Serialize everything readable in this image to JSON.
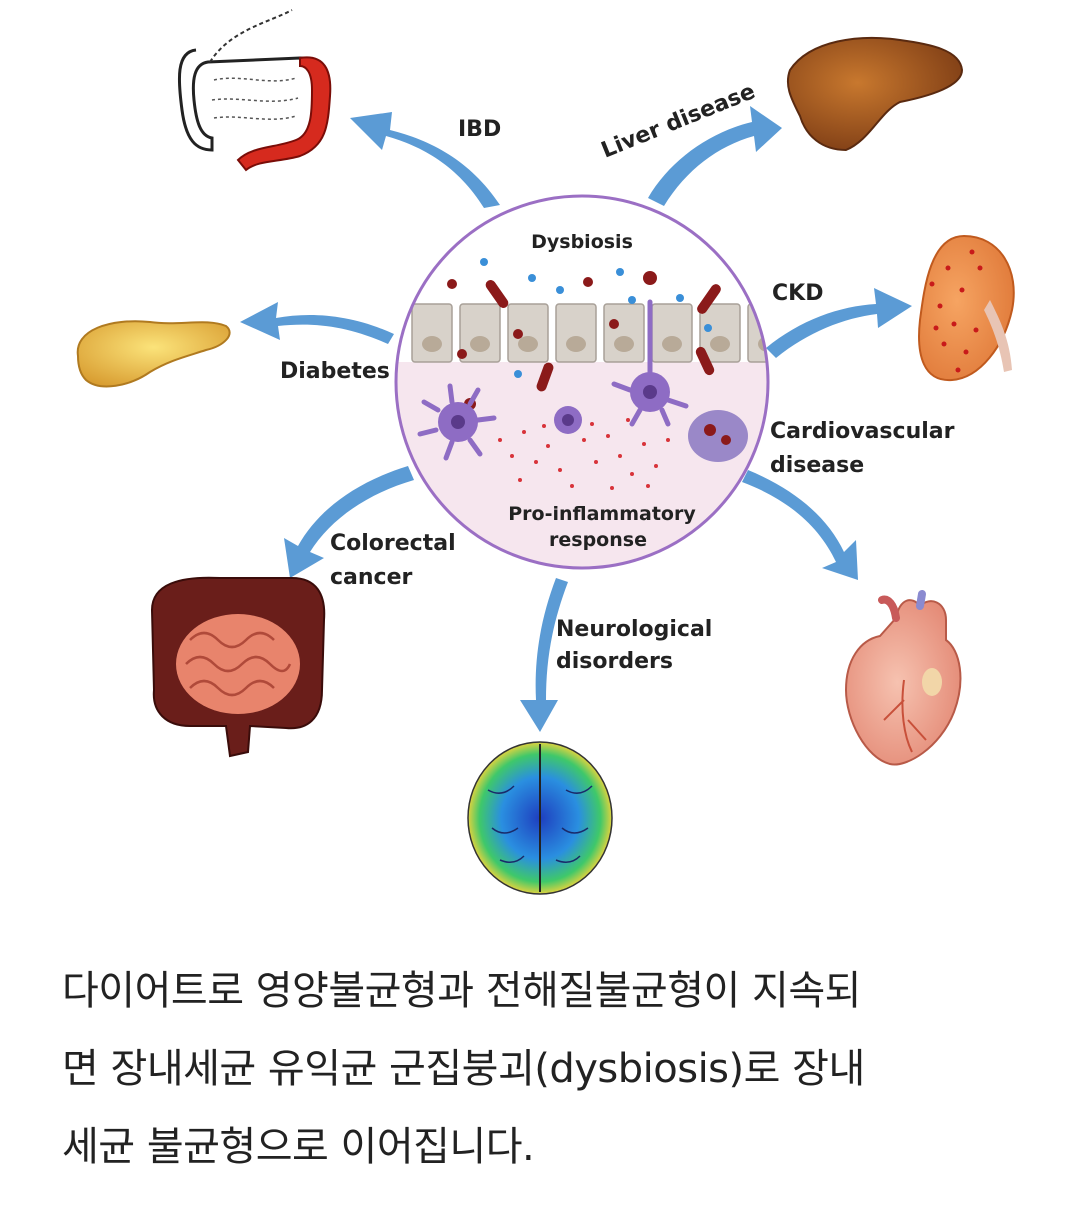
{
  "diagram": {
    "center_top_label": "Dysbiosis",
    "center_bottom_label": [
      "Pro-inflammatory",
      "response"
    ],
    "outcomes": {
      "ibd": "IBD",
      "liver": "Liver disease",
      "ckd": "CKD",
      "diabetes": "Diabetes",
      "cardio": [
        "Cardiovascular",
        "disease"
      ],
      "colorectal": [
        "Colorectal",
        "cancer"
      ],
      "neuro": [
        "Neurological",
        "disorders"
      ]
    },
    "colors": {
      "arrow": "#5b9bd5",
      "circle_border": "#9b6fc4",
      "tissue": "#f6e6ee",
      "bacteria": "#8b1a1a",
      "immune_cell": "#8e6cc4"
    }
  },
  "caption": {
    "line1": "다이어트로 영양불균형과 전해질불균형이 지속되",
    "line2": "면 장내세균 유익균 군집붕괴(dysbiosis)로 장내",
    "line3": "세균 불균형으로 이어집니다."
  }
}
